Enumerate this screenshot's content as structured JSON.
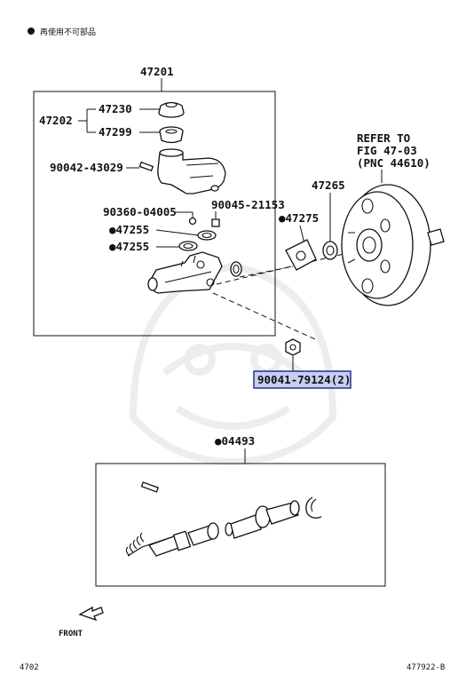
{
  "legend": {
    "bullet": "●",
    "text": "再使用不可部品"
  },
  "labels": {
    "p47201": "47201",
    "p47230": "47230",
    "p47202": "47202",
    "p47299": "47299",
    "p90042": "90042-43029",
    "p90360": "90360-04005",
    "p90045": "90045-21153",
    "p47255a": "●47255",
    "p47255b": "●47255",
    "p47275": "●47275",
    "p47265": "47265",
    "refer1": "REFER TO",
    "refer2": "FIG 47-03",
    "refer3": "(PNC 44610)",
    "p90041": "90041-79124(2)",
    "p04493": "●04493"
  },
  "front_label": "FRONT",
  "footer": {
    "left": "4702",
    "right": "477922-B"
  },
  "colors": {
    "highlight_fill": "#c8cdf2",
    "highlight_border": "#1a237e",
    "ink": "#111111"
  }
}
